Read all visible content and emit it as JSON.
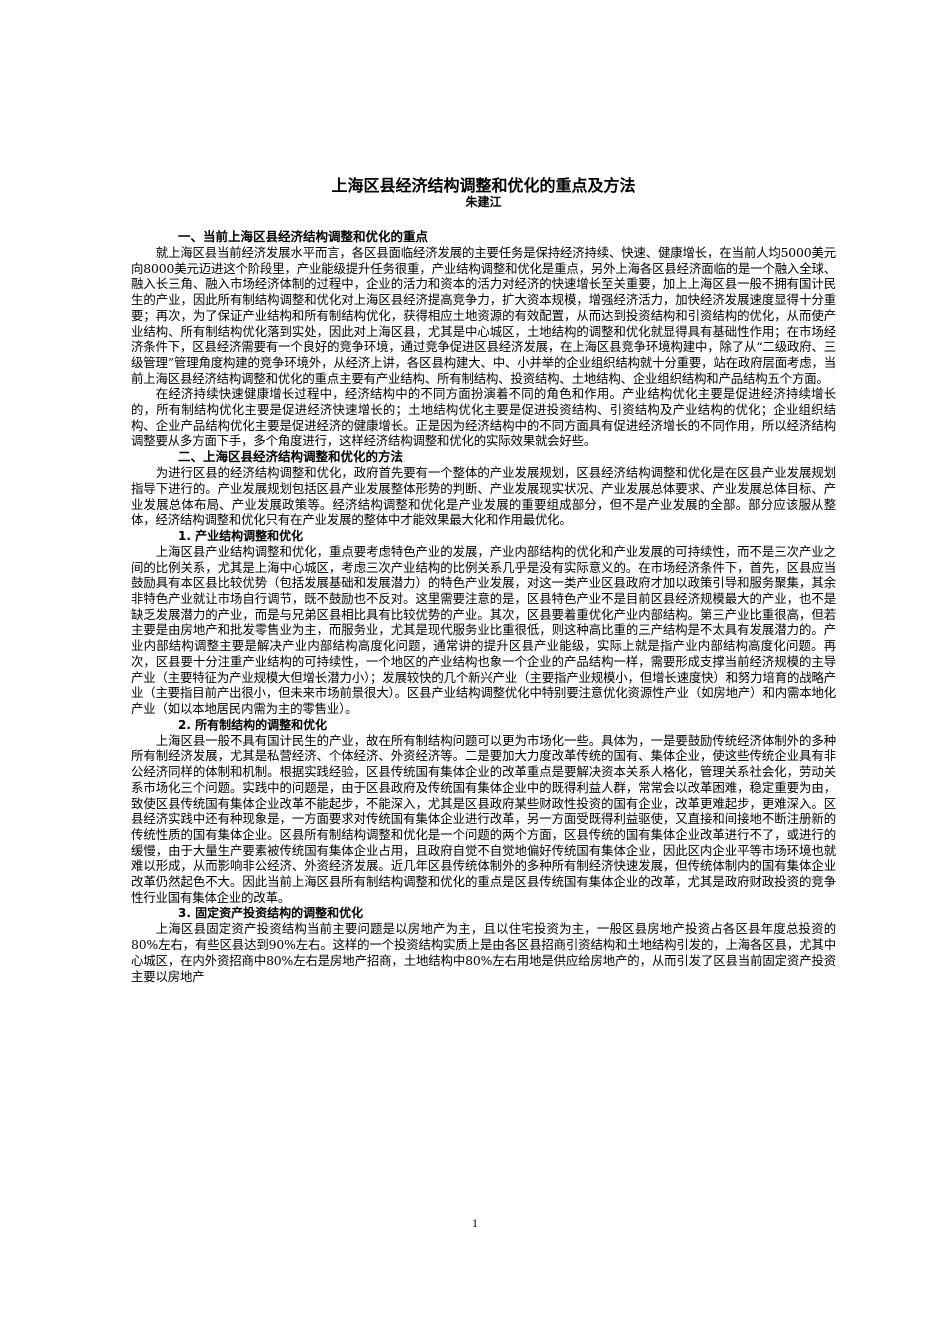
{
  "document": {
    "title": "上海区县经济结构调整和优化的重点及方法",
    "author": "朱建江",
    "section1": {
      "heading": "一、当前上海区县经济结构调整和优化的重点",
      "paragraphs": [
        "就上海区县当前经济发展水平而言，各区县面临经济发展的主要任务是保持经济持续、快速、健康增长，在当前人均5000美元向8000美元迈进这个阶段里，产业能级提升任务很重，产业结构调整和优化是重点，另外上海各区县经济面临的是一个融入全球、融入长三角、融入市场经济体制的过程中，企业的活力和资本的活力对经济的快速增长至关重要，加上上海区县一般不拥有国计民生的产业，因此所有制结构调整和优化对上海区县经济提高竞争力，扩大资本规模，增强经济活力，加快经济发展速度显得十分重要；再次，为了保证产业结构和所有制结构优化，获得相应土地资源的有效配置，从而达到投资结构和引资结构的优化，从而使产业结构、所有制结构优化落到实处，因此对上海区县，尤其是中心城区，土地结构的调整和优化就显得具有基础性作用；在市场经济条件下，区县经济需要有一个良好的竞争环境，通过竞争促进区县经济发展，在上海区县竞争环境构建中，除了从“二级政府、三级管理”管理角度构建的竞争环境外，从经济上讲，各区县构建大、中、小并举的企业组织结构就十分重要，站在政府层面考虑，当前上海区县经济结构调整和优化的重点主要有产业结构、所有制结构、投资结构、土地结构、企业组织结构和产品结构五个方面。",
        "在经济持续快速健康增长过程中，经济结构中的不同方面扮演着不同的角色和作用。产业结构优化主要是促进经济持续增长的，所有制结构优化主要是促进经济快速增长的；土地结构优化主要是促进投资结构、引资结构及产业结构的优化；企业组织结构、企业产品结构优化主要是促进经济的健康增长。正是因为经济结构中的不同方面具有促进经济增长的不同作用，所以经济结构调整要从多方面下手，多个角度进行，这样经济结构调整和优化的实际效果就会好些。"
      ]
    },
    "section2": {
      "heading": "二、上海区县经济结构调整和优化的方法",
      "paragraphs": [
        "为进行区县的经济结构调整和优化，政府首先要有一个整体的产业发展规划，区县经济结构调整和优化是在区县产业发展规划指导下进行的。产业发展规划包括区县产业发展整体形势的判断、产业发展现实状况、产业发展总体要求、产业发展总体目标、产业发展总体布局、产业发展政策等。经济结构调整和优化是产业发展的重要组成部分，但不是产业发展的全部。部分应该服从整体，经济结构调整和优化只有在产业发展的整体中才能效果最大化和作用最优化。"
      ]
    },
    "sub1": {
      "heading": "1. 产业结构调整和优化",
      "paragraphs": [
        "上海区县产业结构调整和优化，重点要考虑特色产业的发展，产业内部结构的优化和产业发展的可持续性，而不是三次产业之间的比例关系，尤其是上海中心城区，考虑三次产业结构的比例关系几乎是没有实际意义的。在市场经济条件下，首先，区县应当鼓励具有本区县比较优势（包括发展基础和发展潜力）的特色产业发展，对这一类产业区县政府才加以政策引导和服务聚集，其余非特色产业就让市场自行调节，既不鼓励也不反对。这里需要注意的是，区县特色产业不是目前区县经济规模最大的产业，也不是缺乏发展潜力的产业，而是与兄弟区县相比具有比较优势的产业。其次，区县要着重优化产业内部结构。第三产业比重很高，但若主要是由房地产和批发零售业为主，而服务业，尤其是现代服务业比重很低，则这种高比重的三产结构是不太具有发展潜力的。产业内部结构调整主要是解决产业内部结构高度化问题，通常讲的提升区县产业能级，实际上就是指产业内部结构高度化问题。再次，区县要十分注重产业结构的可持续性，一个地区的产业结构也象一个企业的产品结构一样，需要形成支撑当前经济规模的主导产业（主要特征为产业规模大但增长潜力小）；发展较快的几个新兴产业（主要指产业规模小，但增长速度快）和努力培育的战略产业（主要指目前产出很小，但未来市场前景很大）。区县产业结构调整优化中特别要注意优化资源性产业（如房地产）和内需本地化产业（如以本地居民内需为主的零售业）。"
      ]
    },
    "sub2": {
      "heading": "2. 所有制结构的调整和优化",
      "paragraphs": [
        "上海区县一般不具有国计民生的产业，故在所有制结构问题可以更为市场化一些。具体为，一是要鼓励传统经济体制外的多种所有制经济发展，尤其是私营经济、个体经济、外资经济等。二是要加大力度改革传统的国有、集体企业，使这些传统企业具有非公经济同样的体制和机制。根据实践经验，区县传统国有集体企业的改革重点是要解决资本关系人格化，管理关系社会化，劳动关系市场化三个问题。实践中的问题是，由于区县政府及传统国有集体企业中的既得利益人群，常常会以改革困难，稳定重要为由，致使区县传统国有集体企业改革不能起步，不能深入，尤其是区县政府某些财政性投资的国有企业，改革更难起步，更难深入。区县经济实践中还有种现象是，一方面要求对传统国有集体企业进行改革，另一方面受既得利益驱使，又直接和间接地不断注册新的传统性质的国有集体企业。区县所有制结构调整和优化是一个问题的两个方面，区县传统的国有集体企业改革进行不了，或进行的缓慢，由于大量生产要素被传统国有集体企业占用，且政府自觉不自觉地偏好传统国有集体企业，因此区内企业平等市场环境也就难以形成，从而影响非公经济、外资经济发展。近几年区县传统体制外的多种所有制经济快速发展，但传统体制内的国有集体企业改革仍然起色不大。因此当前上海区县所有制结构调整和优化的重点是区县传统国有集体企业的改革，尤其是政府财政投资的竞争性行业国有集体企业的改革。"
      ]
    },
    "sub3": {
      "heading": "3. 固定资产投资结构的调整和优化",
      "paragraphs": [
        "上海区县固定资产投资结构当前主要问题是以房地产为主，且以住宅投资为主，一般区县房地产投资占各区县年度总投资的80%左右，有些区县达到90%左右。这样的一个投资结构实质上是由各区县招商引资结构和土地结构引发的，上海各区县，尤其中心城区，在内外资招商中80%左右是房地产招商，土地结构中80%左右用地是供应给房地产的，从而引发了区县当前固定资产投资主要以房地产"
      ]
    },
    "page_number": "1"
  }
}
